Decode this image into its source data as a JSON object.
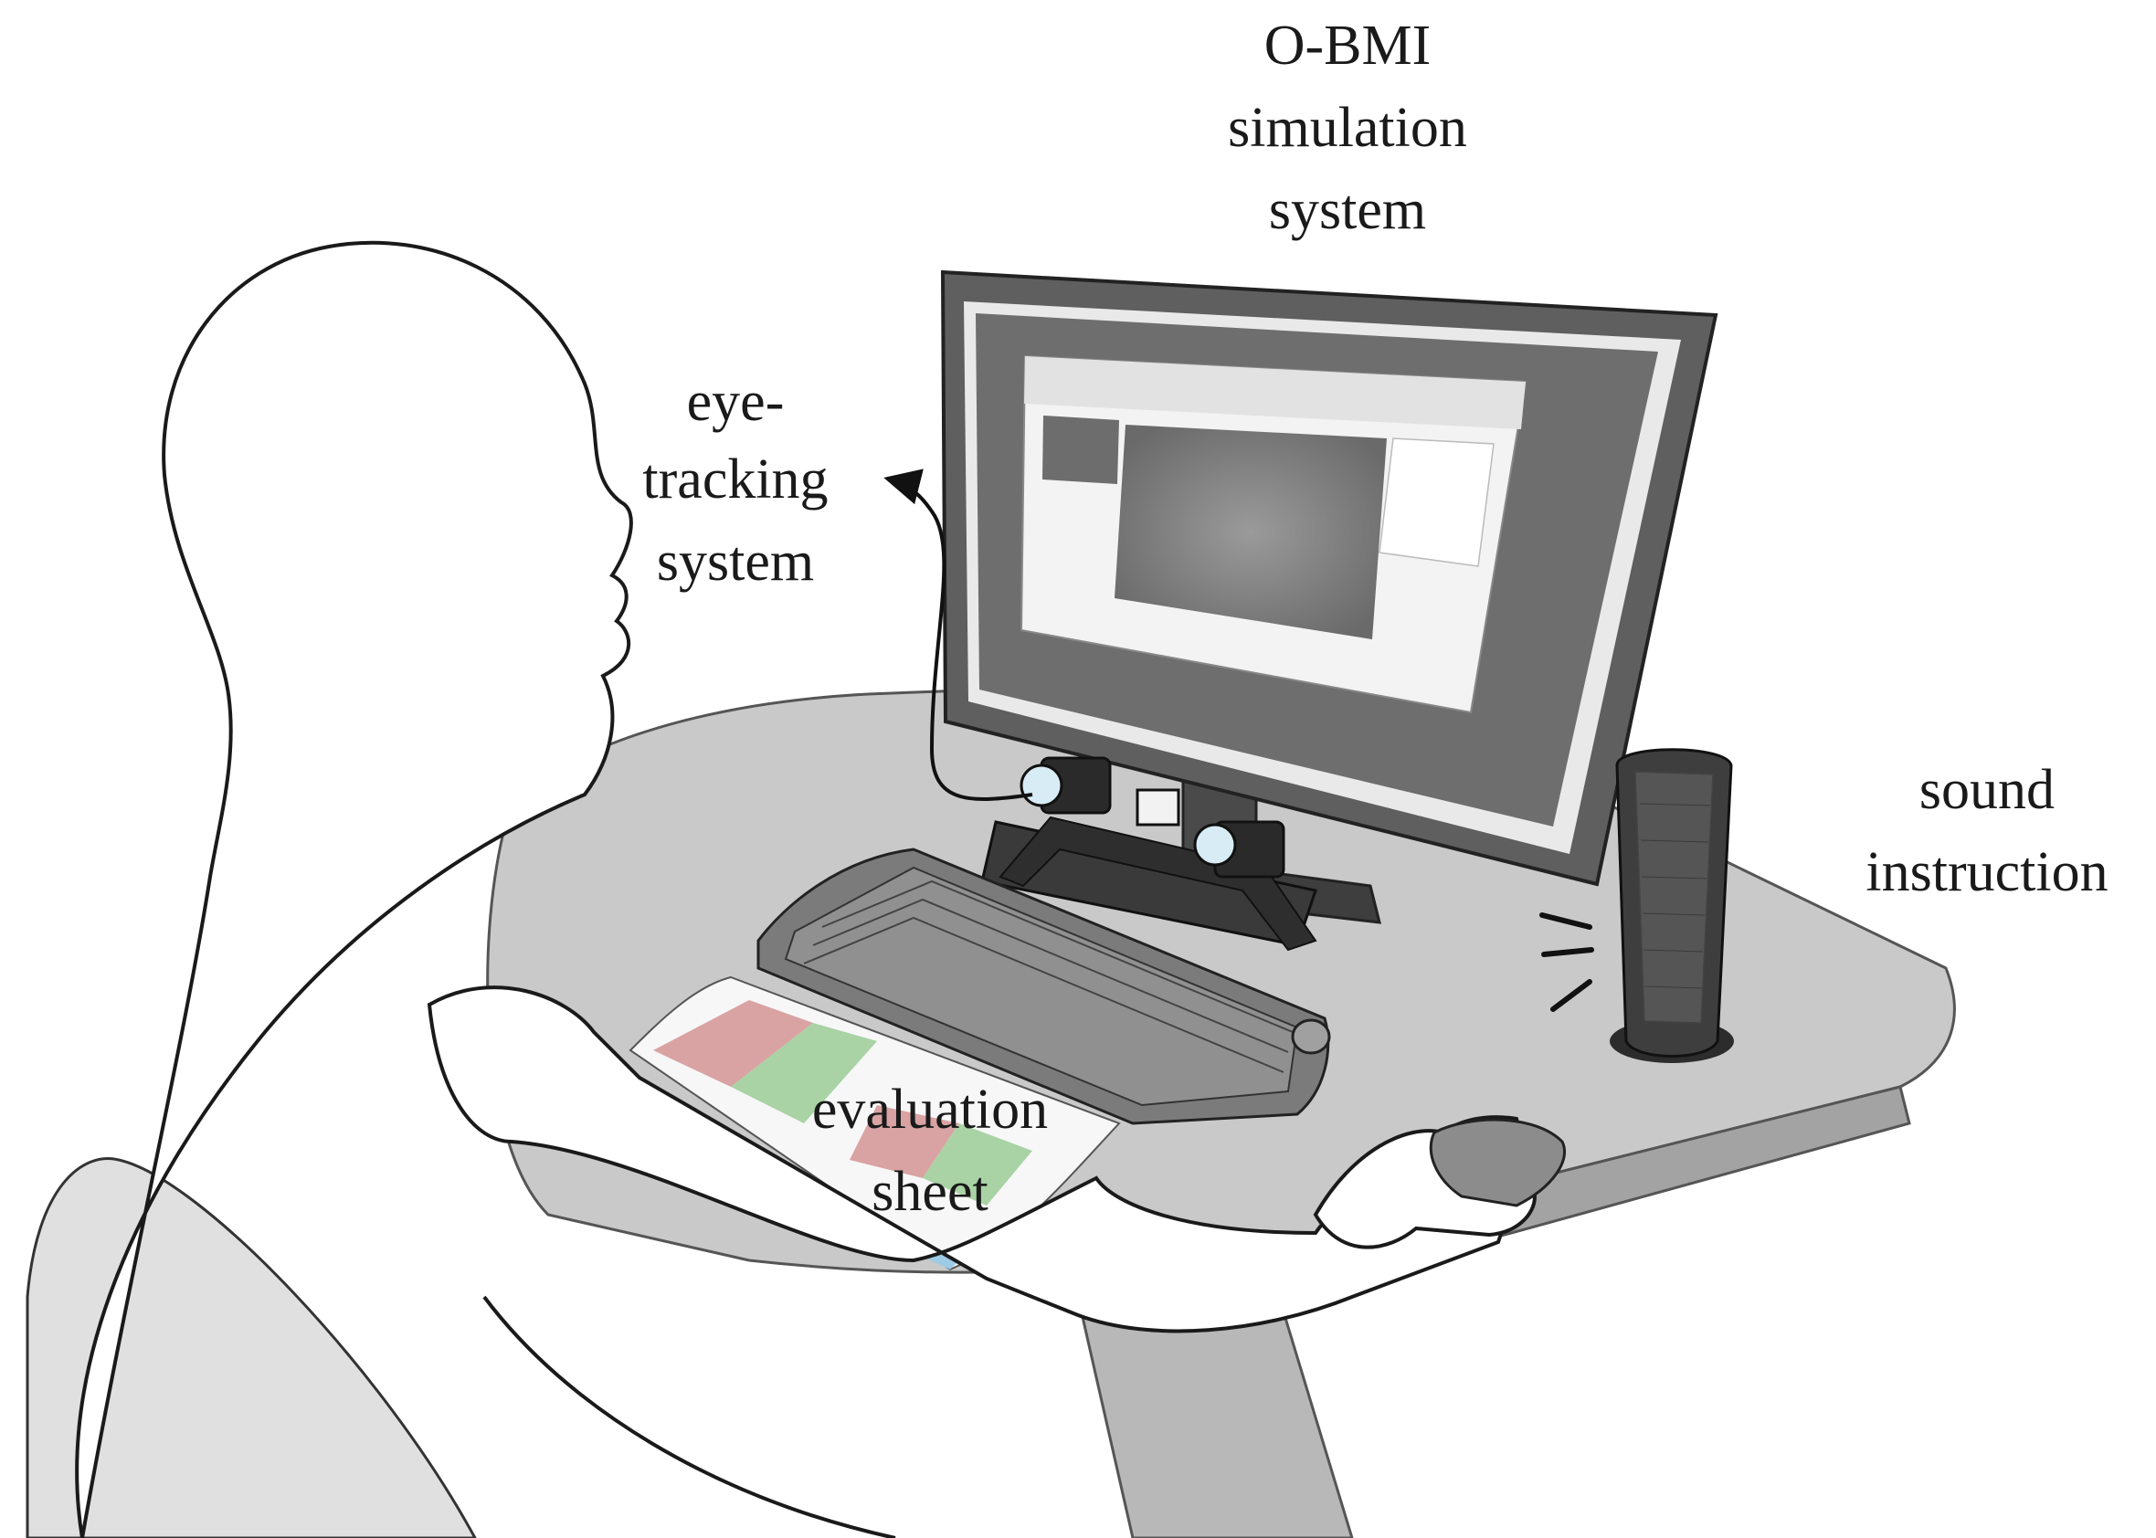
{
  "labels": {
    "obmi": [
      "O-BMI",
      "simulation",
      "system"
    ],
    "eye": [
      "eye-",
      "tracking",
      "system"
    ],
    "sound": [
      "sound",
      "instruction"
    ],
    "evaluation": [
      "evaluation",
      "sheet"
    ]
  },
  "colors": {
    "desk_top": "#c9c9c9",
    "desk_edge": "#a3a3a3",
    "monitor_frame": "#5f5f5f",
    "monitor_screen": "#6e6e6e",
    "keyboard": "#7b7b7b",
    "speaker": "#3e3e3e",
    "sheet_red": "#d9a3a3",
    "sheet_green": "#a9d3a5",
    "person_fill": "#ffffff",
    "chair": "#e0e0e0"
  },
  "icons": [
    "eye-tracker-camera-icon",
    "speaker-icon",
    "mouse-icon",
    "keyboard-icon",
    "sound-waves-icon"
  ]
}
